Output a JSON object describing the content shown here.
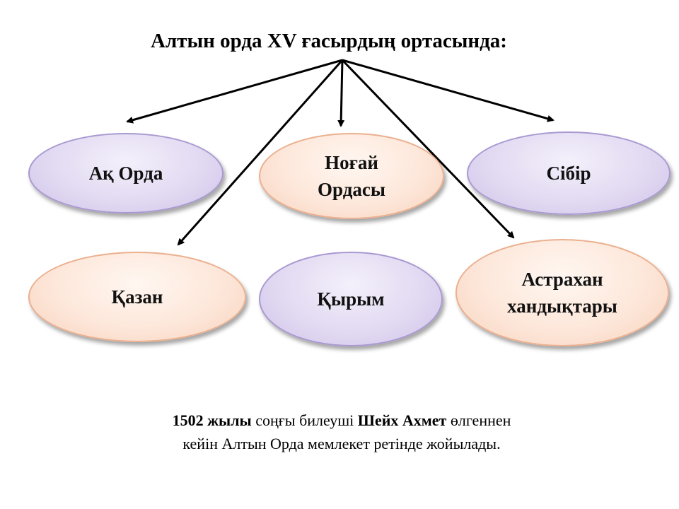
{
  "title": "Алтын орда XV ғасырдың ортасында:",
  "nodes": {
    "ak_orda": "Ақ Орда",
    "nogai": "Ноғай Ордасы",
    "sibir": "Сібір",
    "kazan": "Қазан",
    "kyrym": "Қырым",
    "astrakhan": "Астрахан хандықтары"
  },
  "colors": {
    "purple_fill": "#e2daf2",
    "peach_fill": "#fde7da",
    "arrow": "#000000"
  },
  "note": {
    "year": "1502 жылы",
    "text1": " соңғы билеуші ",
    "ruler": "Шейх Ахмет",
    "text2": " өлгеннен",
    "line2": "кейін Алтын Орда мемлекет ретінде жойылады."
  }
}
